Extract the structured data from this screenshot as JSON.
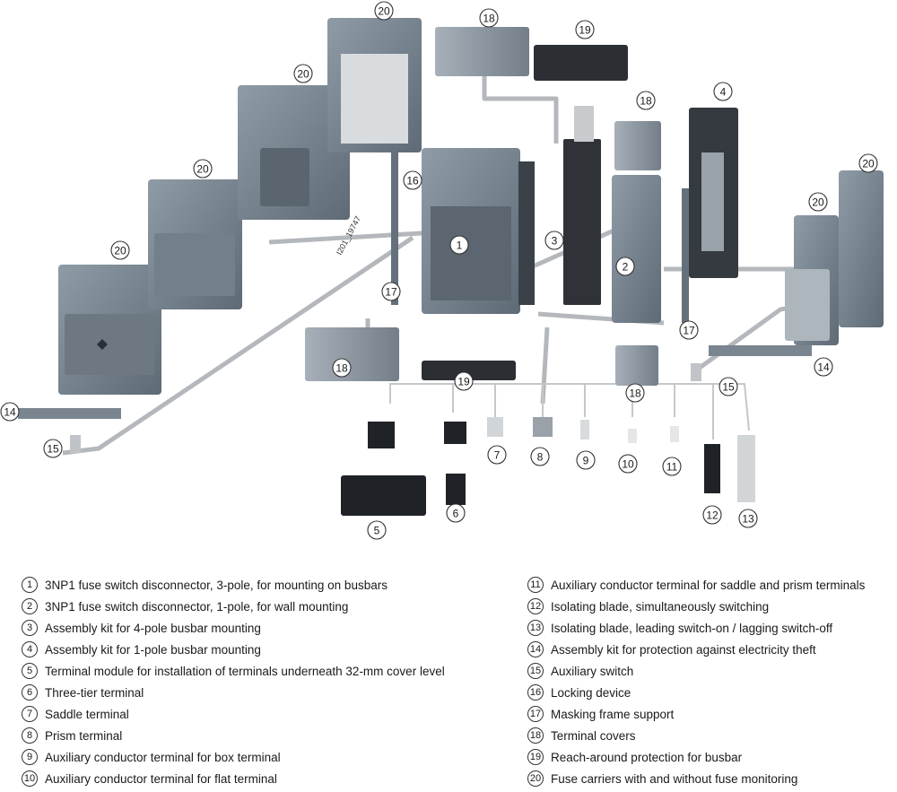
{
  "diagram": {
    "drawing_id": "I201_19747",
    "callouts": [
      {
        "id": "c20a",
        "num": "20"
      },
      {
        "id": "c18a",
        "num": "18"
      },
      {
        "id": "c19a",
        "num": "19"
      },
      {
        "id": "c20b",
        "num": "20"
      },
      {
        "id": "c18b",
        "num": "18"
      },
      {
        "id": "c4",
        "num": "4"
      },
      {
        "id": "c20c",
        "num": "20"
      },
      {
        "id": "c20d",
        "num": "20"
      },
      {
        "id": "c20e",
        "num": "20"
      },
      {
        "id": "c16",
        "num": "16"
      },
      {
        "id": "c1",
        "num": "1"
      },
      {
        "id": "c3",
        "num": "3"
      },
      {
        "id": "c2",
        "num": "2"
      },
      {
        "id": "c20f",
        "num": "20"
      },
      {
        "id": "c17a",
        "num": "17"
      },
      {
        "id": "c17b",
        "num": "17"
      },
      {
        "id": "c18c",
        "num": "18"
      },
      {
        "id": "c19b",
        "num": "19"
      },
      {
        "id": "c18d",
        "num": "18"
      },
      {
        "id": "c14a",
        "num": "14"
      },
      {
        "id": "c15a",
        "num": "15"
      },
      {
        "id": "c14b",
        "num": "14"
      },
      {
        "id": "c15b",
        "num": "15"
      },
      {
        "id": "c7",
        "num": "7"
      },
      {
        "id": "c8",
        "num": "8"
      },
      {
        "id": "c9",
        "num": "9"
      },
      {
        "id": "c10",
        "num": "10"
      },
      {
        "id": "c11",
        "num": "11"
      },
      {
        "id": "c12",
        "num": "12"
      },
      {
        "id": "c13",
        "num": "13"
      },
      {
        "id": "c6",
        "num": "6"
      },
      {
        "id": "c5",
        "num": "5"
      }
    ]
  },
  "legend": {
    "left": [
      {
        "num": "1",
        "text": "3NP1 fuse switch disconnector, 3-pole, for mounting on busbars"
      },
      {
        "num": "2",
        "text": "3NP1 fuse switch disconnector, 1-pole, for wall mounting"
      },
      {
        "num": "3",
        "text": "Assembly kit for 4-pole busbar mounting"
      },
      {
        "num": "4",
        "text": "Assembly kit for 1-pole busbar mounting"
      },
      {
        "num": "5",
        "text": "Terminal module for installation of terminals underneath 32-mm cover level"
      },
      {
        "num": "6",
        "text": "Three-tier terminal"
      },
      {
        "num": "7",
        "text": "Saddle terminal"
      },
      {
        "num": "8",
        "text": "Prism terminal"
      },
      {
        "num": "9",
        "text": "Auxiliary conductor terminal for box terminal"
      },
      {
        "num": "10",
        "text": "Auxiliary conductor terminal for flat terminal"
      }
    ],
    "right": [
      {
        "num": "11",
        "text": "Auxiliary conductor terminal for saddle and prism terminals"
      },
      {
        "num": "12",
        "text": "Isolating blade, simultaneously switching"
      },
      {
        "num": "13",
        "text": "Isolating blade, leading switch-on / lagging switch-off"
      },
      {
        "num": "14",
        "text": "Assembly kit for protection against electricity theft"
      },
      {
        "num": "15",
        "text": "Auxiliary switch"
      },
      {
        "num": "16",
        "text": "Locking device"
      },
      {
        "num": "17",
        "text": "Masking frame support"
      },
      {
        "num": "18",
        "text": "Terminal covers"
      },
      {
        "num": "19",
        "text": "Reach-around protection for busbar"
      },
      {
        "num": "20",
        "text": "Fuse carriers with and without fuse monitoring"
      }
    ]
  }
}
